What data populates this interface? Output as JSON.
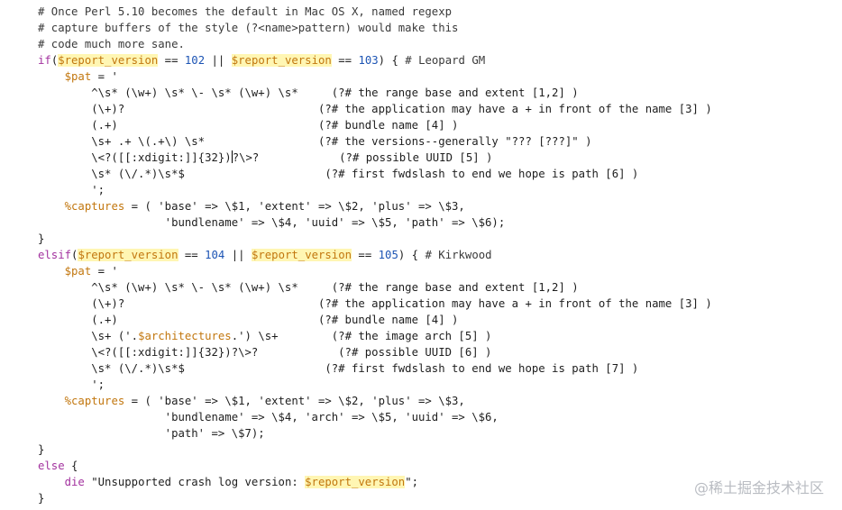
{
  "colors": {
    "comment": "#3a3a3a",
    "keyword": "#a3339f",
    "variable": "#c2770f",
    "variable_highlight": "#fff6b3",
    "number": "#1c54b4",
    "text": "#1e1e1e"
  },
  "watermark": "@稀土掘金技术社区",
  "lines": [
    [
      {
        "c": "comment",
        "t": "# Once Perl 5.10 becomes the default in Mac OS X, named regexp"
      }
    ],
    [
      {
        "c": "comment",
        "t": "# capture buffers of the style (?<name>pattern) would make this"
      }
    ],
    [
      {
        "c": "comment",
        "t": "# code much more sane."
      }
    ],
    [
      {
        "c": "keyword",
        "t": "if"
      },
      {
        "c": "text",
        "t": "("
      },
      {
        "c": "var",
        "t": "$report_version"
      },
      {
        "c": "text",
        "t": " == "
      },
      {
        "c": "number",
        "t": "102"
      },
      {
        "c": "text",
        "t": " || "
      },
      {
        "c": "var",
        "t": "$report_version"
      },
      {
        "c": "text",
        "t": " == "
      },
      {
        "c": "number",
        "t": "103"
      },
      {
        "c": "text",
        "t": ") { "
      },
      {
        "c": "comment",
        "t": "# Leopard GM"
      }
    ],
    [
      {
        "c": "text",
        "t": "    "
      },
      {
        "c": "var-nohl",
        "t": "$pat"
      },
      {
        "c": "text",
        "t": " = '"
      }
    ],
    [
      {
        "c": "string",
        "t": "        ^\\s* (\\w+) \\s* \\- \\s* (\\w+) \\s*     (?# the range base and extent [1,2] )"
      }
    ],
    [
      {
        "c": "string",
        "t": "        (\\+)?                             (?# the application may have a + in front of the name [3] )"
      }
    ],
    [
      {
        "c": "string",
        "t": "        (.+)                              (?# bundle name [4] )"
      }
    ],
    [
      {
        "c": "string",
        "t": "        \\s+ .+ \\(.+\\) \\s*                 (?# the versions--generally \"??? [???]\" )"
      }
    ],
    [
      {
        "c": "string",
        "t": "        \\<?([[:xdigit:]]{32})"
      },
      {
        "c": "cursor",
        "t": ""
      },
      {
        "c": "string",
        "t": "?\\>?            (?# possible UUID [5] )"
      }
    ],
    [
      {
        "c": "string",
        "t": "        \\s* (\\/.*)\\s*$                     (?# first fwdslash to end we hope is path [6] )"
      }
    ],
    [
      {
        "c": "string",
        "t": "        ';"
      }
    ],
    [
      {
        "c": "text",
        "t": "    "
      },
      {
        "c": "var-nohl",
        "t": "%captures"
      },
      {
        "c": "text",
        "t": " = ( 'base' => \\$1, 'extent' => \\$2, 'plus' => \\$3,"
      }
    ],
    [
      {
        "c": "text",
        "t": "                   'bundlename' => \\$4, 'uuid' => \\$5, 'path' => \\$6);"
      }
    ],
    [
      {
        "c": "text",
        "t": "}"
      }
    ],
    [
      {
        "c": "keyword",
        "t": "elsif"
      },
      {
        "c": "text",
        "t": "("
      },
      {
        "c": "var",
        "t": "$report_version"
      },
      {
        "c": "text",
        "t": " == "
      },
      {
        "c": "number",
        "t": "104"
      },
      {
        "c": "text",
        "t": " || "
      },
      {
        "c": "var",
        "t": "$report_version"
      },
      {
        "c": "text",
        "t": " == "
      },
      {
        "c": "number",
        "t": "105"
      },
      {
        "c": "text",
        "t": ") { "
      },
      {
        "c": "comment",
        "t": "# Kirkwood"
      }
    ],
    [
      {
        "c": "text",
        "t": "    "
      },
      {
        "c": "var-nohl",
        "t": "$pat"
      },
      {
        "c": "text",
        "t": " = '"
      }
    ],
    [
      {
        "c": "string",
        "t": "        ^\\s* (\\w+) \\s* \\- \\s* (\\w+) \\s*     (?# the range base and extent [1,2] )"
      }
    ],
    [
      {
        "c": "string",
        "t": "        (\\+)?                             (?# the application may have a + in front of the name [3] )"
      }
    ],
    [
      {
        "c": "string",
        "t": "        (.+)                              (?# bundle name [4] )"
      }
    ],
    [
      {
        "c": "string",
        "t": "        \\s+ ('."
      },
      {
        "c": "var-nohl",
        "t": "$architectures"
      },
      {
        "c": "string",
        "t": ".') \\s+        (?# the image arch [5] )"
      }
    ],
    [
      {
        "c": "string",
        "t": "        \\<?([[:xdigit:]]{32})?\\>?            (?# possible UUID [6] )"
      }
    ],
    [
      {
        "c": "string",
        "t": "        \\s* (\\/.*)\\s*$                     (?# first fwdslash to end we hope is path [7] )"
      }
    ],
    [
      {
        "c": "string",
        "t": "        ';"
      }
    ],
    [
      {
        "c": "text",
        "t": "    "
      },
      {
        "c": "var-nohl",
        "t": "%captures"
      },
      {
        "c": "text",
        "t": " = ( 'base' => \\$1, 'extent' => \\$2, 'plus' => \\$3,"
      }
    ],
    [
      {
        "c": "text",
        "t": "                   'bundlename' => \\$4, 'arch' => \\$5, 'uuid' => \\$6,"
      }
    ],
    [
      {
        "c": "text",
        "t": "                   'path' => \\$7);"
      }
    ],
    [
      {
        "c": "text",
        "t": "}"
      }
    ],
    [
      {
        "c": "keyword",
        "t": "else"
      },
      {
        "c": "text",
        "t": " {"
      }
    ],
    [
      {
        "c": "text",
        "t": "    "
      },
      {
        "c": "keyword",
        "t": "die"
      },
      {
        "c": "text",
        "t": " \"Unsupported crash log version: "
      },
      {
        "c": "var",
        "t": "$report_version"
      },
      {
        "c": "text",
        "t": "\";"
      }
    ],
    [
      {
        "c": "text",
        "t": "}"
      }
    ]
  ]
}
